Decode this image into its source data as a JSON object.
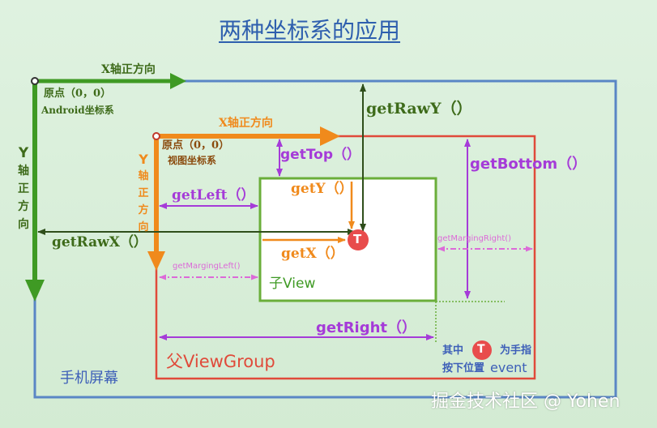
{
  "title": "两种坐标系的应用",
  "screen": {
    "x_axis": "X轴正方向",
    "origin": "原点（0，0）",
    "coord_name": "Android坐标系",
    "y_axis_chars": [
      "Y",
      "轴",
      "正",
      "方",
      "向"
    ],
    "label": "手机屏幕"
  },
  "view_group": {
    "x_axis": "X轴正方向",
    "origin": "原点（0，0）",
    "coord_name": "视图坐标系",
    "y_axis_chars": [
      "Y",
      "轴",
      "正",
      "方",
      "向"
    ],
    "label": "父ViewGroup"
  },
  "child_view": {
    "label": "子View"
  },
  "methods": {
    "get_raw_y": "getRawY（）",
    "get_raw_x": "getRawX（）",
    "get_top": "getTop（）",
    "get_left": "getLeft（）",
    "get_y": "getY（）",
    "get_x": "getX（）",
    "get_bottom": "getBottom（）",
    "get_right": "getRight（）",
    "get_marging_left": "getMargingLeft()",
    "get_marging_right": "getMargingRight()"
  },
  "event_note": {
    "line1_a": "其中",
    "marker": "T",
    "line1_b": "为手指",
    "line2_a": "按下位置",
    "line2_b": "event"
  },
  "watermark": "掘金技术社区 @ Yohen",
  "colors": {
    "title": "#2e5fae",
    "screen_border": "#5a86c5",
    "green_axis": "#3f9a24",
    "dark_green": "#3e6b1a",
    "orange": "#f08a1c",
    "red": "#e04a3a",
    "purple": "#a53bd8",
    "pink": "#dc6ad8",
    "view_green": "#6aae3a",
    "touch": "#e84c4c",
    "text_blue": "#3d5fb8"
  }
}
